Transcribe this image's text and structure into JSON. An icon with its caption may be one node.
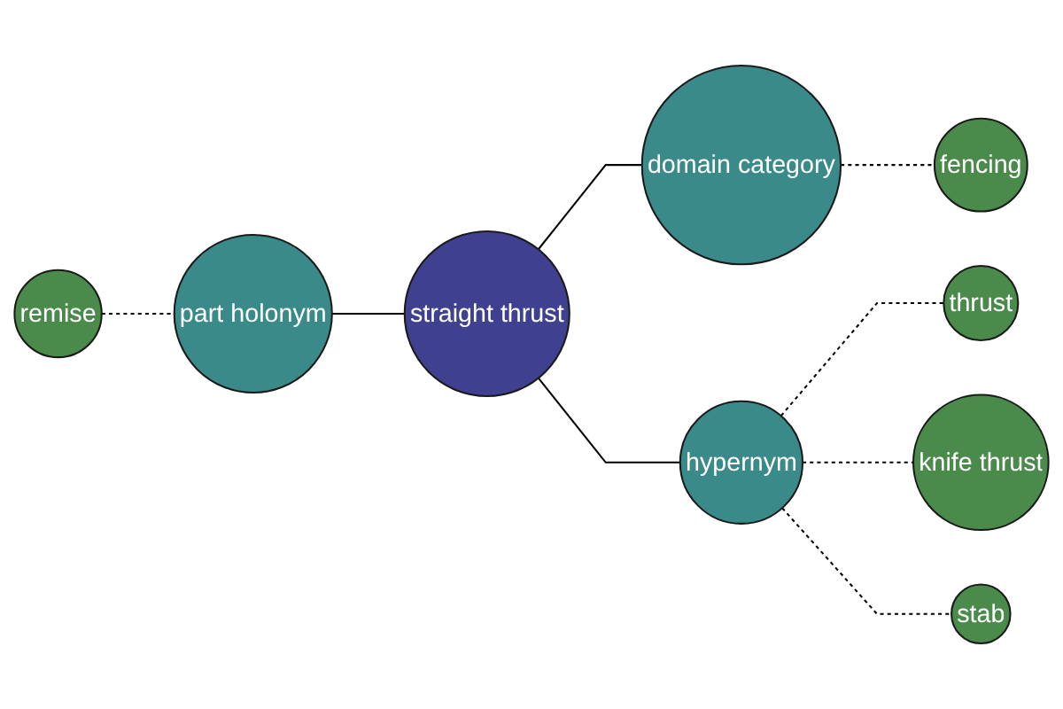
{
  "diagram": {
    "nodes": [
      {
        "text": [
          "fencing"
        ]
      },
      {
        "text": [
          "domain category"
        ]
      },
      {
        "text": [
          "part holonym"
        ]
      },
      {
        "text": [
          "straight thrust"
        ]
      },
      {
        "text": [
          "remise"
        ]
      },
      {
        "text": [
          "hypernym"
        ]
      },
      {
        "text": [
          "thrust"
        ]
      },
      {
        "text": [
          "knife thrust"
        ]
      },
      {
        "text": [
          "stab"
        ]
      }
    ],
    "edges": [
      {
        "from": 4,
        "to": 2,
        "arrow": "none",
        "style": "dashed"
      },
      {
        "from": 2,
        "to": 3,
        "arrow": "none"
      },
      {
        "from": 3,
        "to": 1,
        "arrow": "none"
      },
      {
        "from": 1,
        "to": 0,
        "arrow": "none",
        "style": "dashed"
      },
      {
        "from": 3,
        "to": 5,
        "arrow": "none"
      },
      {
        "from": 5,
        "to": 6,
        "arrow": "none",
        "style": "dashed"
      },
      {
        "from": 5,
        "to": 7,
        "arrow": "none",
        "style": "dashed"
      },
      {
        "from": 5,
        "to": 8,
        "arrow": "none",
        "style": "dashed"
      }
    ]
  }
}
